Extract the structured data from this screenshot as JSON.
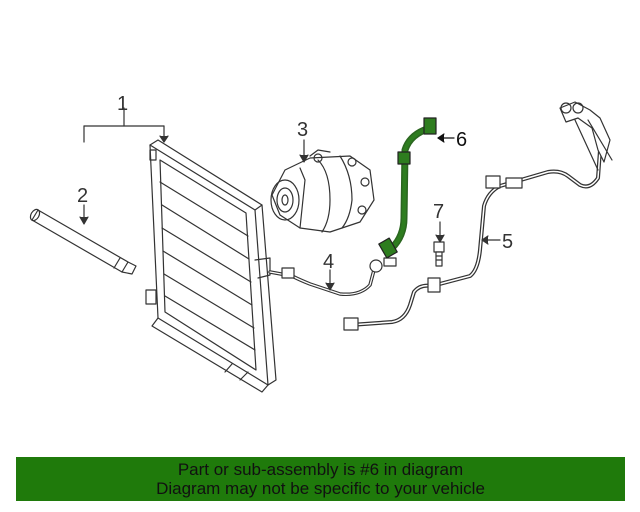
{
  "diagram": {
    "callouts": [
      "1",
      "2",
      "3",
      "4",
      "5",
      "6",
      "7"
    ],
    "highlighted_callout": "6"
  },
  "banner": {
    "line1": "Part or sub-assembly is #6 in diagram",
    "line2": "Diagram may not be specific to your vehicle"
  },
  "colors": {
    "highlight": "#2e7d1f",
    "banner_bg": "#1f7a0b",
    "line_art": "#333333"
  }
}
